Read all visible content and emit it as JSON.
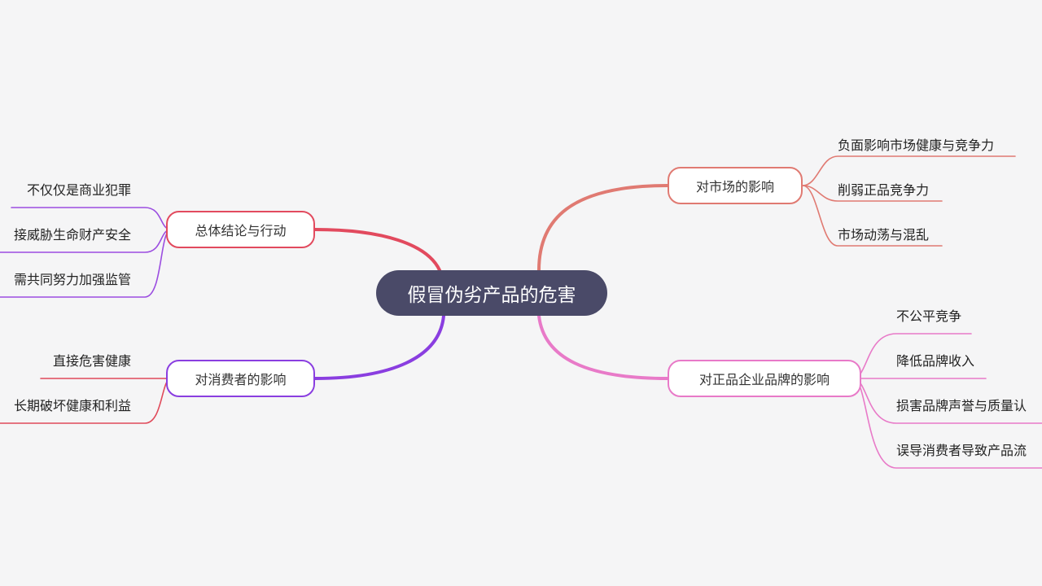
{
  "root": {
    "label": "假冒伪劣产品的危害"
  },
  "branches": [
    {
      "id": "market",
      "label": "对市场的影响",
      "color": "#e07a72",
      "children": [
        "负面影响市场健康与竞争力",
        "削弱正品竞争力",
        "市场动荡与混乱"
      ]
    },
    {
      "id": "brand",
      "label": "对正品企业品牌的影响",
      "color": "#e87ac8",
      "children": [
        "不公平竞争",
        "降低品牌收入",
        "损害品牌声誉与质量认",
        "误导消费者导致产品流"
      ]
    },
    {
      "id": "conclusion",
      "label": "总体结论与行动",
      "color": "#e24a5e",
      "child_color": "#9b4de0",
      "children": [
        "不仅仅是商业犯罪",
        "接威胁生命财产安全",
        "需共同努力加强监管"
      ]
    },
    {
      "id": "consumer",
      "label": "对消费者的影响",
      "color": "#8a3ee0",
      "child_color": "#e04a5a",
      "children": [
        "直接危害健康",
        "长期破坏健康和利益"
      ]
    }
  ]
}
